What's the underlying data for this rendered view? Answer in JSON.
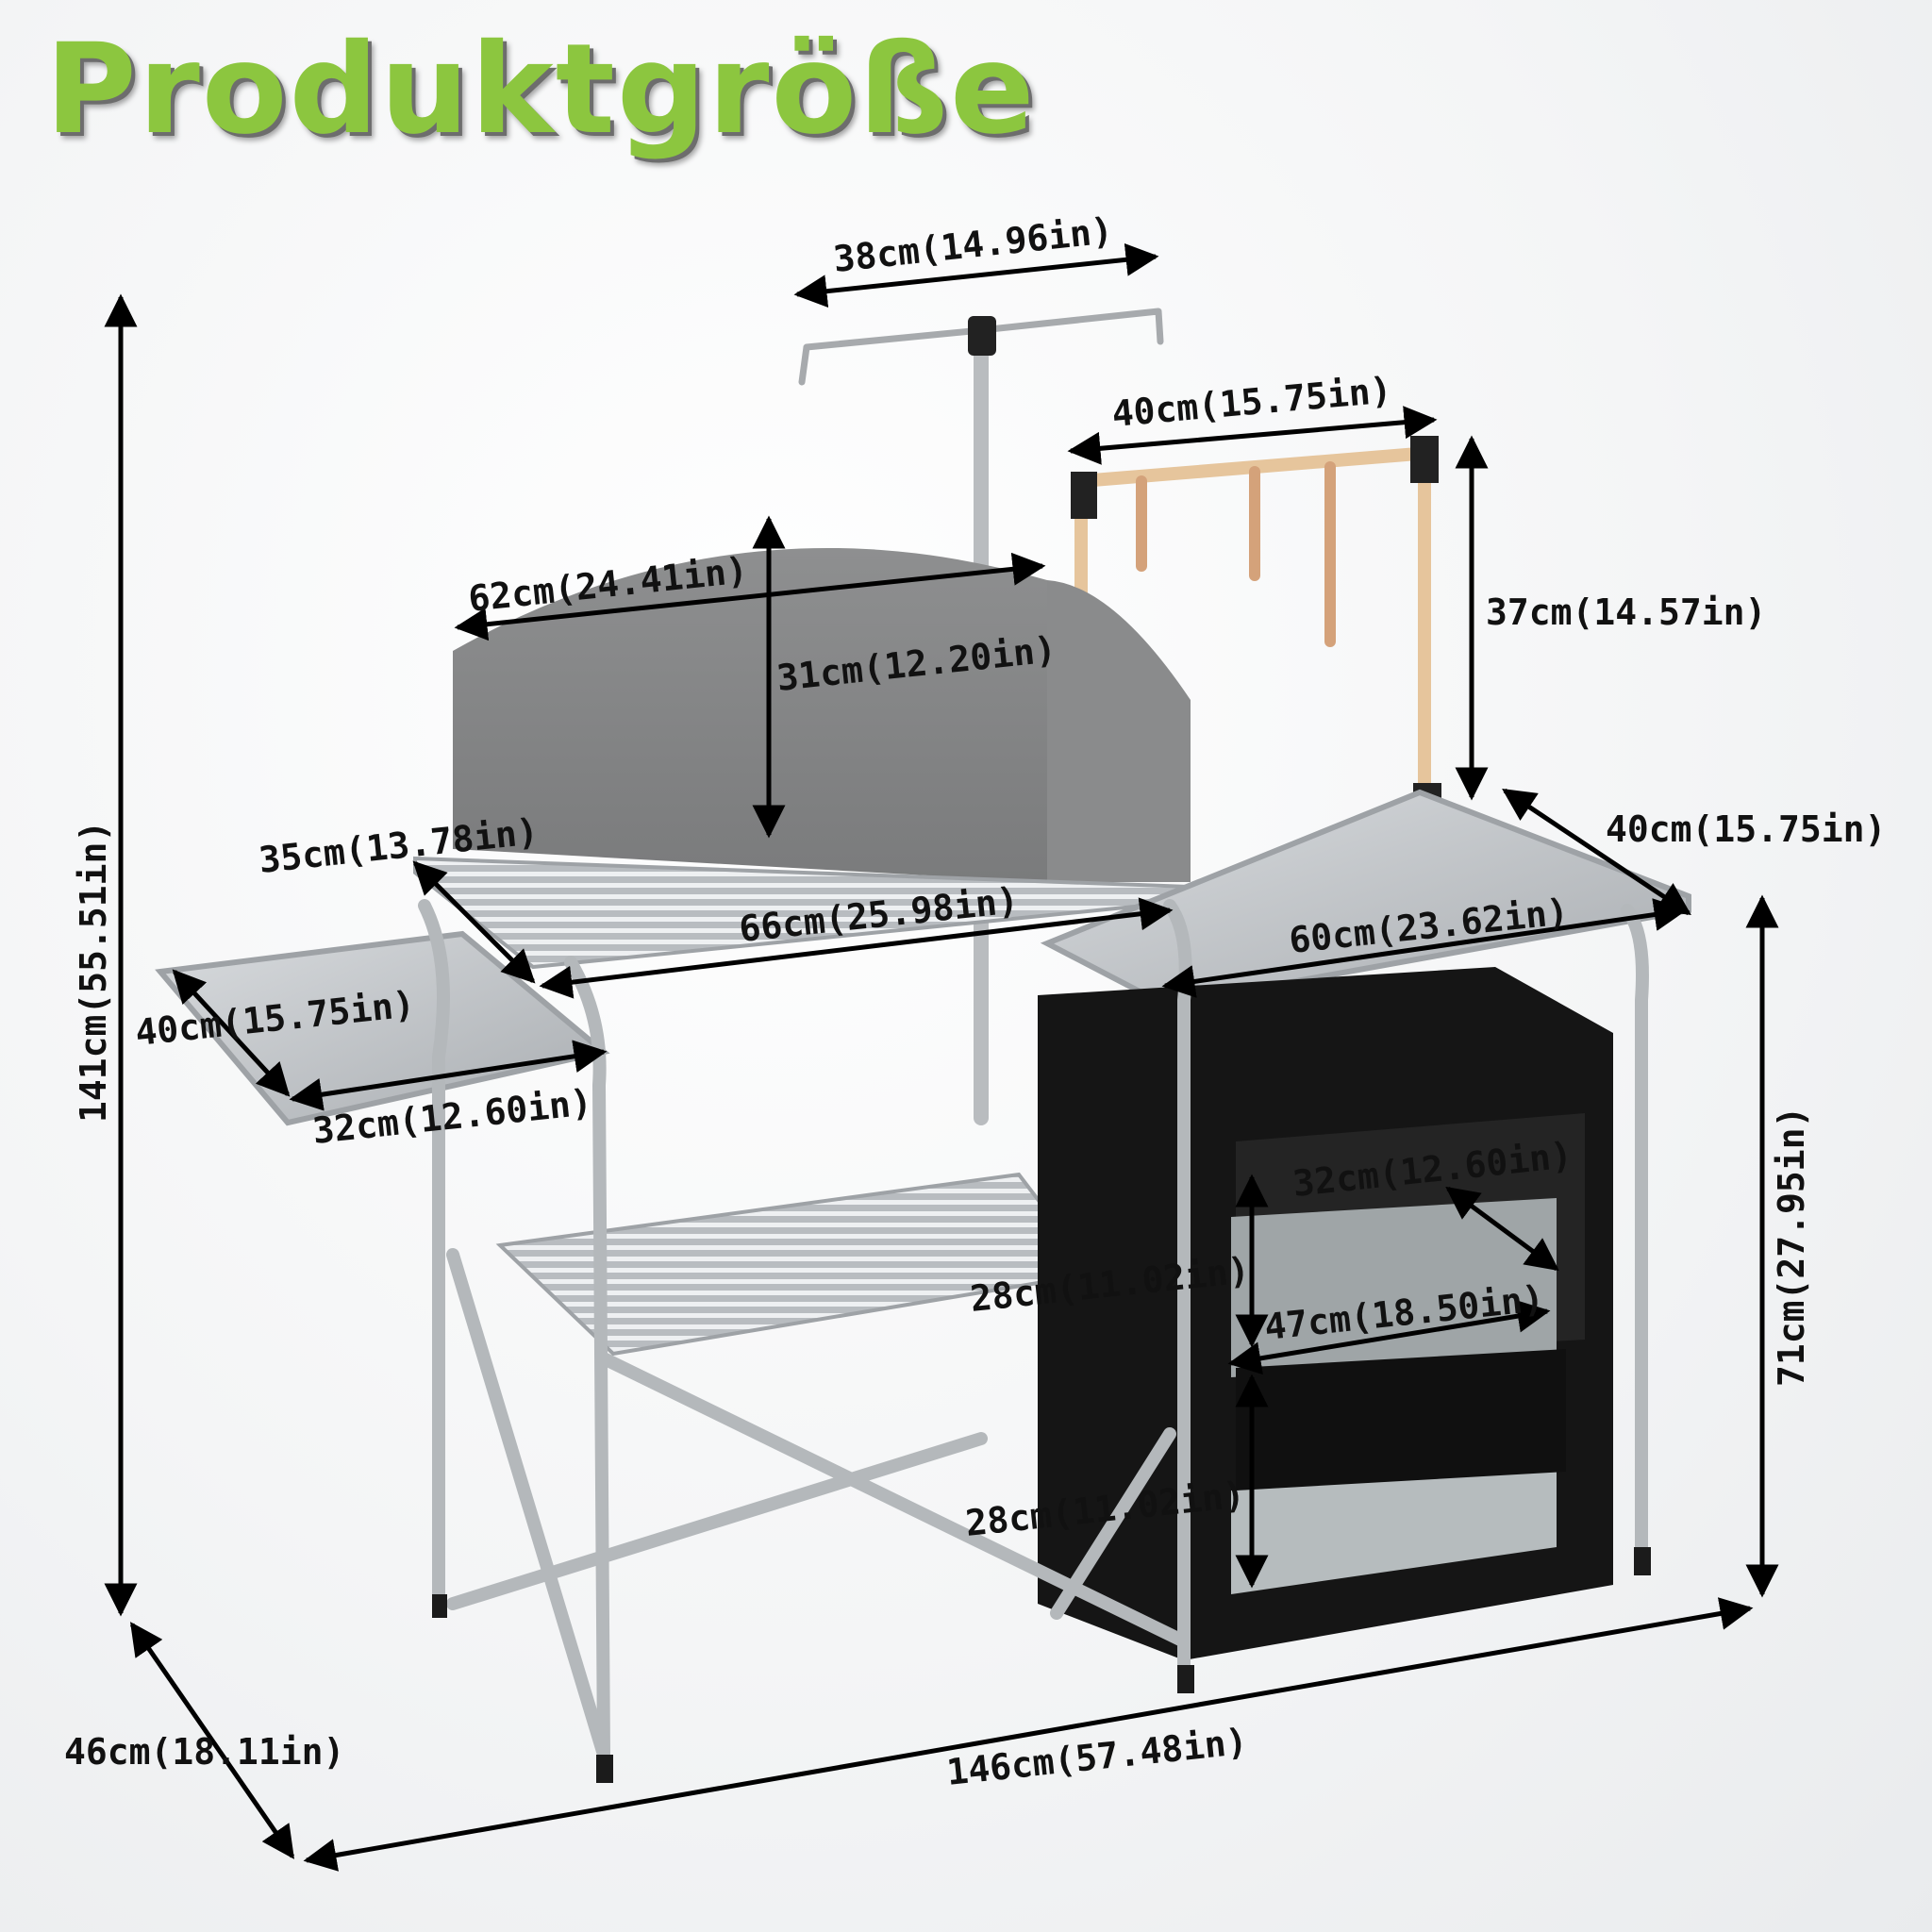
{
  "title": "Produktgröße",
  "dimensions": {
    "lamp_hook_width": "38cm(14.96in)",
    "rack_width": "40cm(15.75in)",
    "rack_height": "37cm(14.57in)",
    "windscreen_width": "62cm(24.41in)",
    "windscreen_height": "31cm(12.20in)",
    "top_depth": "35cm(13.78in)",
    "top_width": "66cm(25.98in)",
    "right_table_depth": "40cm(15.75in)",
    "right_table_width": "60cm(23.62in)",
    "side_table_depth": "40cm(15.75in)",
    "side_table_width": "32cm(12.60in)",
    "total_height": "141cm(55.51in)",
    "cabinet_depth": "32cm(12.60in)",
    "upper_compartment_height": "28cm(11.02in)",
    "cabinet_width": "47cm(18.50in)",
    "lower_compartment_height": "28cm(11.02in)",
    "table_height": "71cm(27.95in)",
    "total_depth": "46cm(18.11in)",
    "total_width": "146cm(57.48in)"
  },
  "colors": {
    "title_green": "#8cc63f",
    "aluminium": "#c4c7ca",
    "cabinet": "#151515",
    "wood": "#e6c59c"
  }
}
